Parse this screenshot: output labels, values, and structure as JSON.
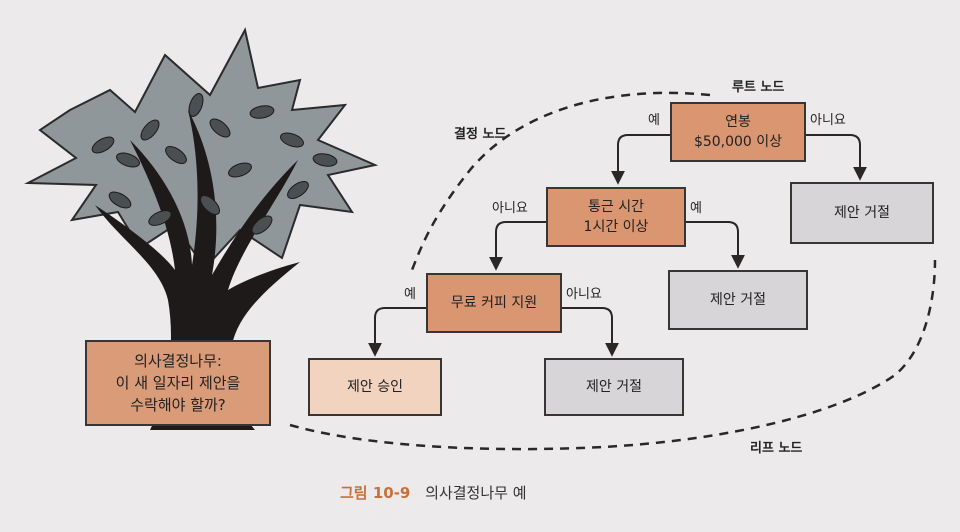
{
  "tree": {
    "question_lines": [
      "의사결정나무:",
      "이 새 일자리 제안을",
      "수락해야 할까?"
    ]
  },
  "labels": {
    "root_node": "루트 노드",
    "decision_node": "결정 노드",
    "leaf_node": "리프 노드"
  },
  "nodes": {
    "salary": [
      "연봉",
      "$50,000 이상"
    ],
    "commute": [
      "통근 시간",
      "1시간 이상"
    ],
    "coffee": [
      "무료 커피 지원"
    ],
    "reject_1": "제안 거절",
    "reject_2": "제안 거절",
    "reject_3": "제안 거절",
    "accept": "제안 승인"
  },
  "edges": {
    "salary_yes": "예",
    "salary_no": "아니요",
    "commute_no": "아니요",
    "commute_yes": "예",
    "coffee_yes": "예",
    "coffee_no": "아니요"
  },
  "caption": {
    "number": "그림 10-9",
    "title": "의사결정나무 예"
  },
  "colors": {
    "decision_fill": "#d99670",
    "leaf_reject_fill": "#d7d5d7",
    "leaf_accept_fill": "#f1d3bf",
    "caption_number": "#c9703a"
  }
}
